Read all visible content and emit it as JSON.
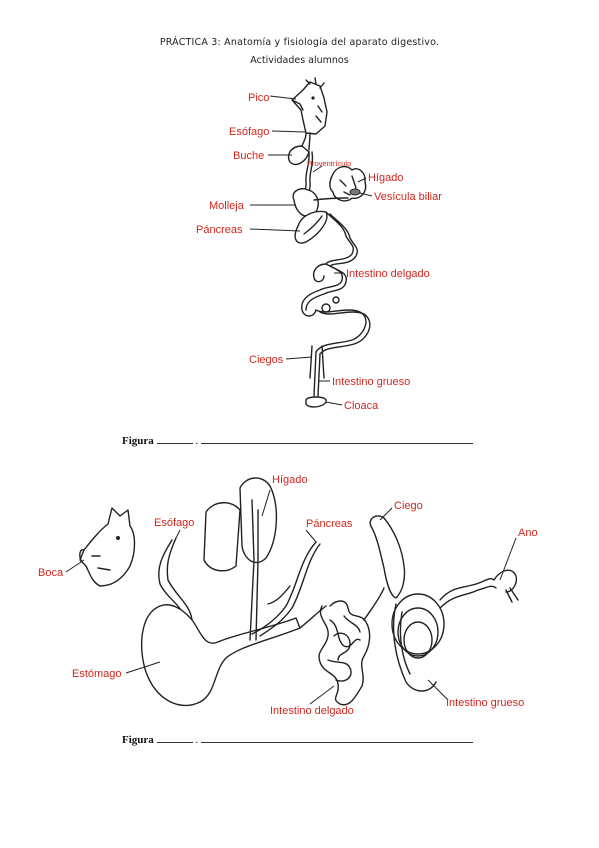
{
  "header": {
    "title": "PRÁCTICA 3: Anatomía y fisiología del aparato digestivo.",
    "subtitle": "Actividades alumnos"
  },
  "figure1": {
    "labels": {
      "pico": "Pico",
      "esofago": "Esófago",
      "buche": "Buche",
      "proventriculo": "Proventrículo",
      "higado": "Hígado",
      "vesicula": "Vesícula biliar",
      "molleja": "Molleja",
      "pancreas": "Páncreas",
      "intestino_delgado": "Intestino delgado",
      "ciegos": "Ciegos",
      "intestino_grueso": "Intestino grueso",
      "cloaca": "Cloaca"
    },
    "caption": {
      "word": "Figura",
      "separator": "."
    }
  },
  "figure2": {
    "labels": {
      "higado": "Hígado",
      "esofago": "Esófago",
      "pancreas": "Páncreas",
      "ciego": "Ciego",
      "ano": "Ano",
      "boca": "Boca",
      "estomago": "Estómago",
      "intestino_delgado": "Intestino delgado",
      "intestino_grueso": "Intestino grueso"
    },
    "caption": {
      "word": "Figura",
      "separator": "."
    }
  },
  "colors": {
    "label": "#d0281e",
    "line": "#222222"
  }
}
